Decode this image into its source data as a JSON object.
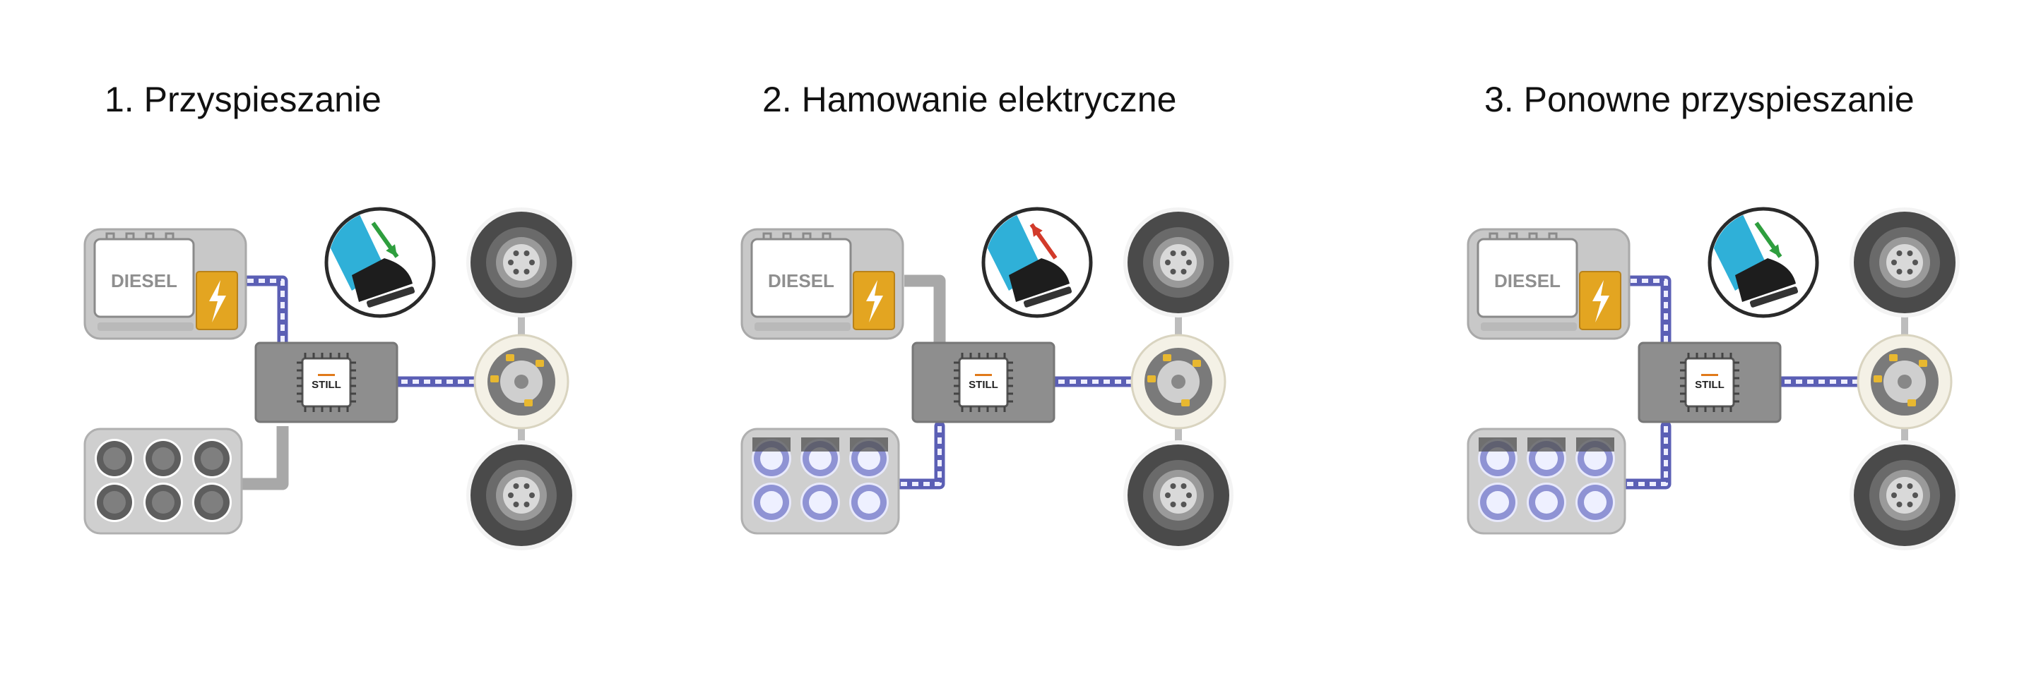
{
  "panels": [
    {
      "title": "1. Przyspieszanie",
      "engine_label": "DIESEL",
      "controller_label": "STILL",
      "pedal": "pressed",
      "pedal_arrow_color": "#2e9e3e",
      "engine_link": "electric",
      "battery_link": "inactive",
      "motor_link": "electric",
      "battery_charge": 0.0,
      "icons": [
        "diesel-generator-icon",
        "pedal-press-icon",
        "controller-chip-icon",
        "motor-icon",
        "wheel-icon",
        "battery-cells-icon"
      ]
    },
    {
      "title": "2. Hamowanie elektryczne",
      "engine_label": "DIESEL",
      "controller_label": "STILL",
      "pedal": "released",
      "pedal_arrow_color": "#d23a2a",
      "engine_link": "inactive",
      "battery_link": "electric",
      "motor_link": "electric",
      "battery_charge": 0.7,
      "icons": [
        "diesel-generator-icon",
        "pedal-release-icon",
        "controller-chip-icon",
        "motor-icon",
        "wheel-icon",
        "battery-cells-icon"
      ]
    },
    {
      "title": "3. Ponowne przyspieszanie",
      "engine_label": "DIESEL",
      "controller_label": "STILL",
      "pedal": "pressed",
      "pedal_arrow_color": "#2e9e3e",
      "engine_link": "electric",
      "battery_link": "electric",
      "motor_link": "electric",
      "battery_charge": 0.7,
      "icons": [
        "diesel-generator-icon",
        "pedal-press-icon",
        "controller-chip-icon",
        "motor-icon",
        "wheel-icon",
        "battery-cells-icon"
      ]
    }
  ],
  "colors": {
    "electric_link": "#5b5fb5",
    "inactive_link": "#a8a8a8",
    "controller_body": "#8e8e8e",
    "accent_yellow": "#e8b830",
    "battery_energy": "#8f93d4",
    "wheel_dark": "#4a4a4a",
    "shoe_blue": "#2fb0d8"
  }
}
